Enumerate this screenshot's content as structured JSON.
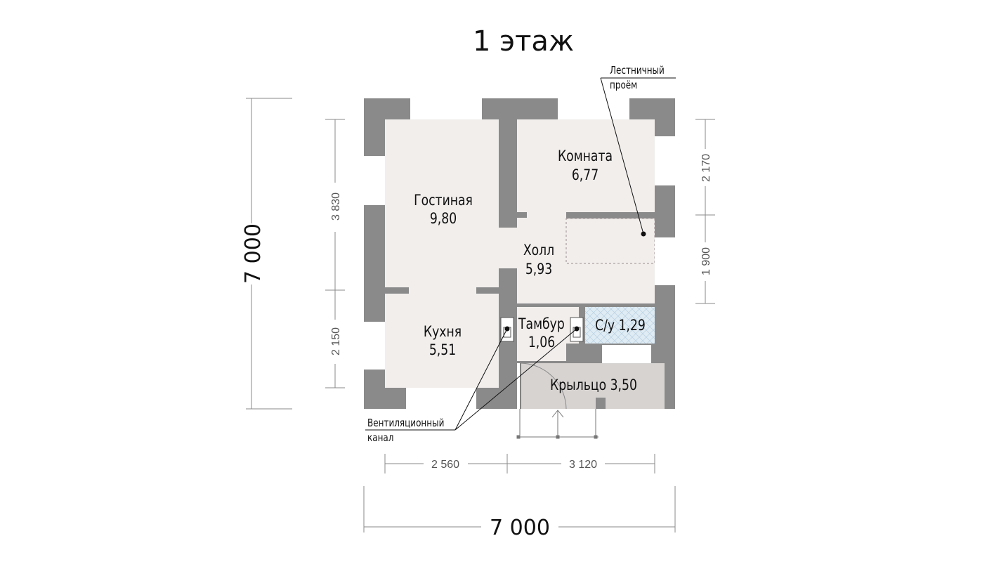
{
  "title": "1 этаж",
  "rooms": {
    "living": {
      "name": "Гостиная",
      "area": "9,80"
    },
    "room": {
      "name": "Комната",
      "area": "6,77"
    },
    "hall": {
      "name": "Холл",
      "area": "5,93"
    },
    "kitchen": {
      "name": "Кухня",
      "area": "5,51"
    },
    "vestibule": {
      "name": "Тамбур",
      "area": "1,06"
    },
    "bathroom": {
      "label": "С/у 1,29"
    },
    "porch": {
      "label": "Крыльцо 3,50"
    }
  },
  "annotations": {
    "stair_opening": {
      "line1": "Лестничный",
      "line2": "проём"
    },
    "vent_channel": {
      "line1": "Вентиляционный",
      "line2": "канал"
    }
  },
  "dimensions": {
    "overall_height": "7 000",
    "overall_width": "7 000",
    "left_upper": "3 830",
    "left_lower": "2 150",
    "right_upper": "2 170",
    "right_lower": "1 900",
    "bottom_left": "2 560",
    "bottom_right": "3 120"
  },
  "colors": {
    "wall": "#8a8a8a",
    "floor": "#f1eeec",
    "porch": "#d6d3d1",
    "bathroom": "#e0ecf4",
    "dimension_line": "#8a8a8a"
  }
}
